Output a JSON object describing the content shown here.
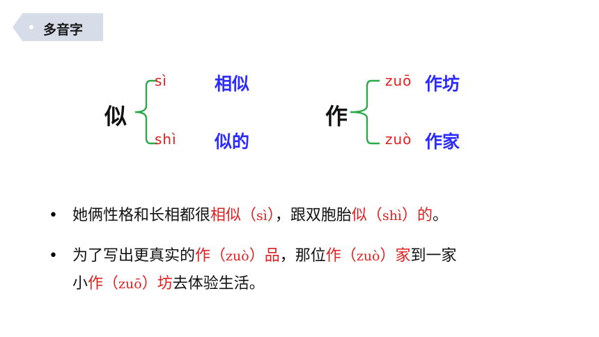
{
  "tag": {
    "label": "多音字"
  },
  "groups": [
    {
      "char": "似",
      "items": [
        {
          "pinyin": "sì",
          "word": "相似"
        },
        {
          "pinyin": "shì",
          "word": "似的"
        }
      ]
    },
    {
      "char": "作",
      "items": [
        {
          "pinyin": "zuō",
          "word": "作坊"
        },
        {
          "pinyin": "zuò",
          "word": "作家"
        }
      ]
    }
  ],
  "sentences": [
    {
      "bullet": "•",
      "lines": [
        [
          {
            "t": "她俩性格和长相都很",
            "c": "n"
          },
          {
            "t": "相似",
            "c": "r"
          },
          {
            "t": "（",
            "c": "r"
          },
          {
            "t": "sì",
            "c": "p"
          },
          {
            "t": "）",
            "c": "r"
          },
          {
            "t": "，跟双胞胎",
            "c": "n"
          },
          {
            "t": "似",
            "c": "r"
          },
          {
            "t": "（",
            "c": "r"
          },
          {
            "t": "shì",
            "c": "p"
          },
          {
            "t": "）",
            "c": "r"
          },
          {
            "t": "的",
            "c": "r"
          },
          {
            "t": "。",
            "c": "n"
          }
        ]
      ]
    },
    {
      "bullet": "•",
      "lines": [
        [
          {
            "t": "为了写出更真实的",
            "c": "n"
          },
          {
            "t": "作",
            "c": "r"
          },
          {
            "t": "（",
            "c": "r"
          },
          {
            "t": "zuò",
            "c": "p"
          },
          {
            "t": "）",
            "c": "r"
          },
          {
            "t": "品",
            "c": "r"
          },
          {
            "t": "，那位",
            "c": "n"
          },
          {
            "t": "作",
            "c": "r"
          },
          {
            "t": "（",
            "c": "r"
          },
          {
            "t": "zuò",
            "c": "p"
          },
          {
            "t": "）",
            "c": "r"
          },
          {
            "t": "家",
            "c": "r"
          },
          {
            "t": "到一家",
            "c": "n"
          }
        ],
        [
          {
            "t": "小",
            "c": "n"
          },
          {
            "t": "作",
            "c": "r"
          },
          {
            "t": "（",
            "c": "r"
          },
          {
            "t": "zuō",
            "c": "p"
          },
          {
            "t": "）",
            "c": "r"
          },
          {
            "t": "坊",
            "c": "r"
          },
          {
            "t": "去体验生活。",
            "c": "n"
          }
        ]
      ]
    }
  ],
  "colors": {
    "red": "#e02020",
    "blue": "#2b2bff",
    "brace": "#2aa84a",
    "tag": "#d6dce8"
  }
}
